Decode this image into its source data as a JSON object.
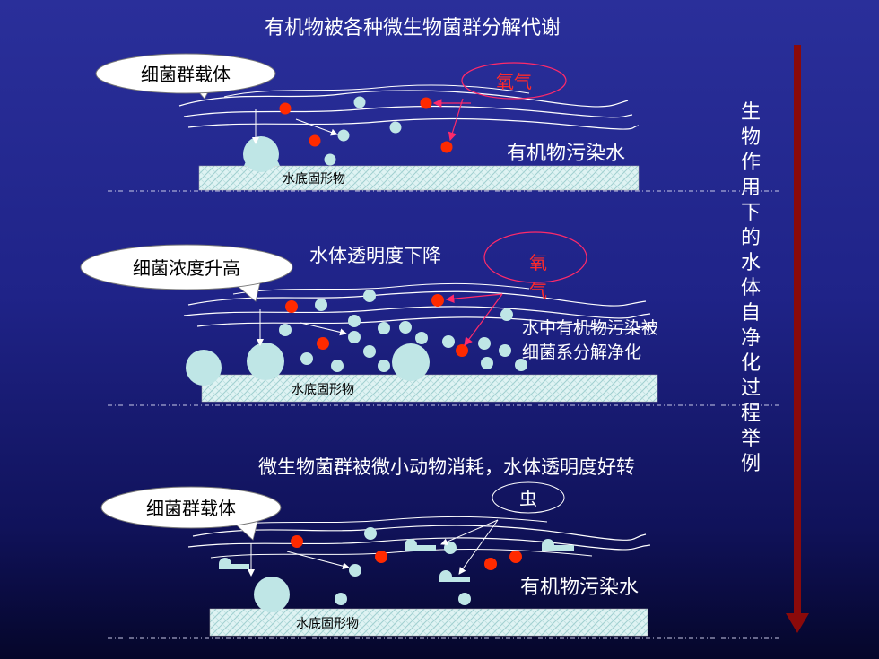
{
  "title": "有机物被各种微生物菌群分解代谢",
  "vertical_caption": "生物作用下的水体自净化过程举例",
  "panel1": {
    "bubble": "细菌群载体",
    "oxygen": "氧气",
    "water_label": "有机物污染水",
    "substrate": "水底固形物"
  },
  "panel2": {
    "bubble": "细菌浓度升高",
    "heading": "水体透明度下降",
    "oxygen_line1": "氧",
    "oxygen_line2": "气",
    "caption_line1": "水中有机物污染被",
    "caption_line2": "细菌系分解净化",
    "substrate": "水底固形物"
  },
  "panel3": {
    "heading": "微生物菌群被微小动物消耗，水体透明度好转",
    "bubble": "细菌群载体",
    "insect": "虫",
    "water_label": "有机物污染水",
    "substrate": "水底固形物"
  },
  "colors": {
    "oxygen_red": "#ff2a00",
    "bacteria_cyan": "#bfe6e6",
    "arrow_dark_red": "#8b0a0a",
    "pink_arrow": "#ff2a6a"
  }
}
